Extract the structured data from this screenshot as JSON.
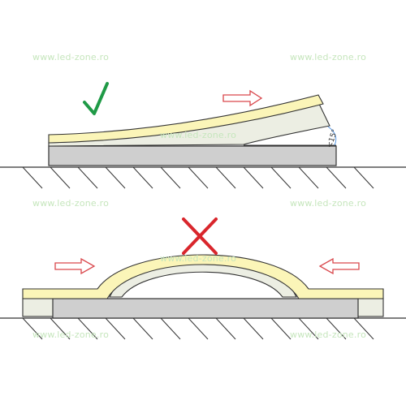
{
  "watermark": {
    "texts": [
      "www.led-zone.ro",
      "www.led-zone.ro",
      "www.led-zone.ro",
      "www.led-zone.ro",
      "www.led-zone.ro",
      "www.led-zone.ro",
      "www.led-zone.ro",
      "www.led-zone.ro"
    ],
    "color": "#c6e6bd"
  },
  "top_panel": {
    "verdict_icon": "check-mark-icon",
    "verdict_color": "#1f9a46",
    "angle_label": "<15°",
    "push_arrow_direction": "right"
  },
  "bottom_panel": {
    "verdict_icon": "cross-mark-icon",
    "verdict_color": "#d9262c",
    "push_arrow_directions": [
      "right",
      "left"
    ]
  },
  "colors": {
    "strip_yellow": "#fbf5b8",
    "strip_light": "#eceee3",
    "base_gray": "#cfcfcf",
    "arrow_red": "#d9474c",
    "outline": "#333333"
  }
}
